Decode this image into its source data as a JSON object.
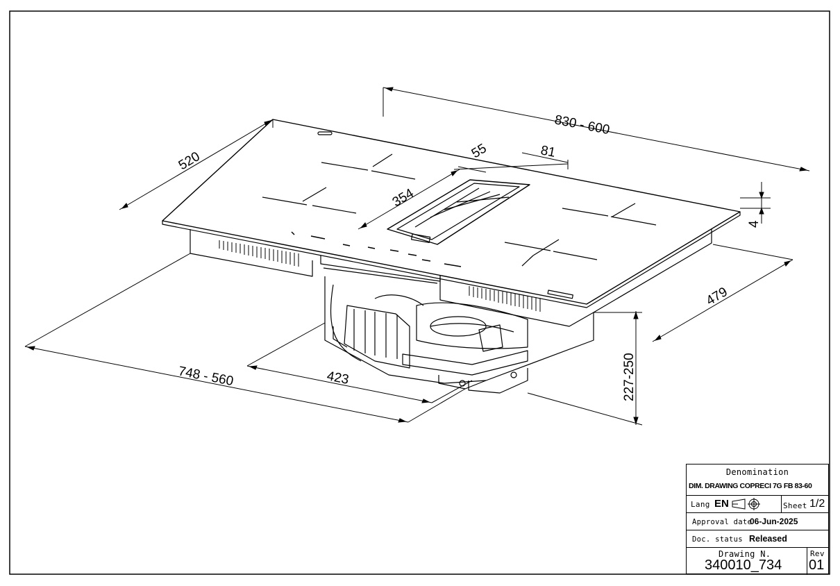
{
  "dimensions": {
    "width_range": "830 - 600",
    "depth": "520",
    "hood_offset": "55",
    "hood_width": "81",
    "hood_length": "354",
    "glass_thickness": "4",
    "cutout_depth": "479",
    "height_range": "227-250",
    "cutout_width_range": "748 - 560",
    "unit_width": "423"
  },
  "title_block": {
    "denomination_label": "Denomination",
    "denomination": "DIM. DRAWING COPRECI 7G FB 83-60",
    "lang_label": "Lang",
    "lang": "EN",
    "sheet_label": "Sheet",
    "sheet": "1/2",
    "approval_label": "Approval date",
    "approval_date": "06-Jun-2025",
    "status_label": "Doc. status",
    "status": "Released",
    "drawing_no_label": "Drawing N.",
    "drawing_no": "340010_734",
    "rev_label": "Rev",
    "rev": "01"
  },
  "icons": [
    "projection-symbol-icon",
    "target-symbol-icon"
  ]
}
